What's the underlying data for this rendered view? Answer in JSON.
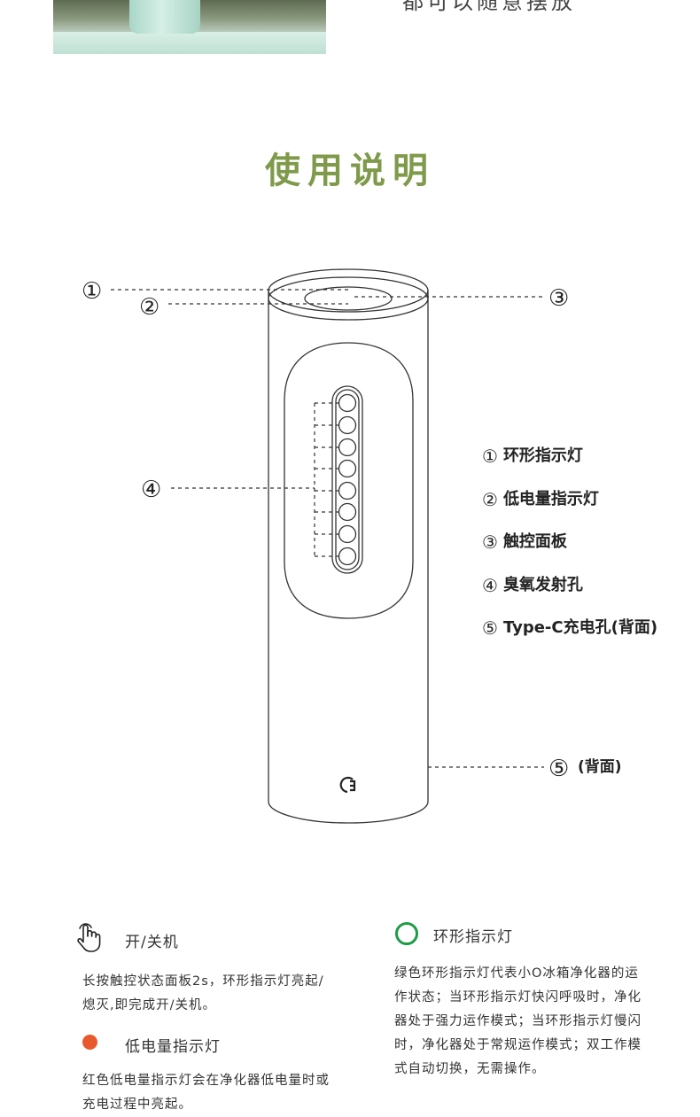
{
  "top_caption": "都可以随意摆放",
  "title": "使用说明",
  "callouts": {
    "c1": "①",
    "c2": "②",
    "c3": "③",
    "c4": "④",
    "c5": "⑤",
    "c5_note": "(背面)"
  },
  "legend": [
    {
      "num": "①",
      "label": "环形指示灯"
    },
    {
      "num": "②",
      "label": "低电量指示灯"
    },
    {
      "num": "③",
      "label": "触控面板"
    },
    {
      "num": "④",
      "label": "臭氧发射孔"
    },
    {
      "num": "⑤",
      "label": "Type-C充电孔(背面)"
    }
  ],
  "power": {
    "icon": "hand-touch-icon",
    "heading": "开/关机",
    "text": "长按触控状态面板2s，环形指示灯亮起/熄灭,即完成开/关机。"
  },
  "low_battery": {
    "icon": "red-dot-icon",
    "color": "#e85a2c",
    "heading": "低电量指示灯",
    "text": "红色低电量指示灯会在净化器低电量时或充电过程中亮起。"
  },
  "ring_light": {
    "icon": "green-ring-icon",
    "color": "#1f9b48",
    "heading": "环形指示灯",
    "text": "绿色环形指示灯代表小O冰箱净化器的运作状态；当环形指示灯快闪呼吸时，净化器处于强力运作模式；当环形指示灯慢闪时，净化器处于常规运作模式；双工作模式自动切换，无需操作。"
  },
  "colors": {
    "title": "#7e9a4a",
    "line": "#333333"
  }
}
